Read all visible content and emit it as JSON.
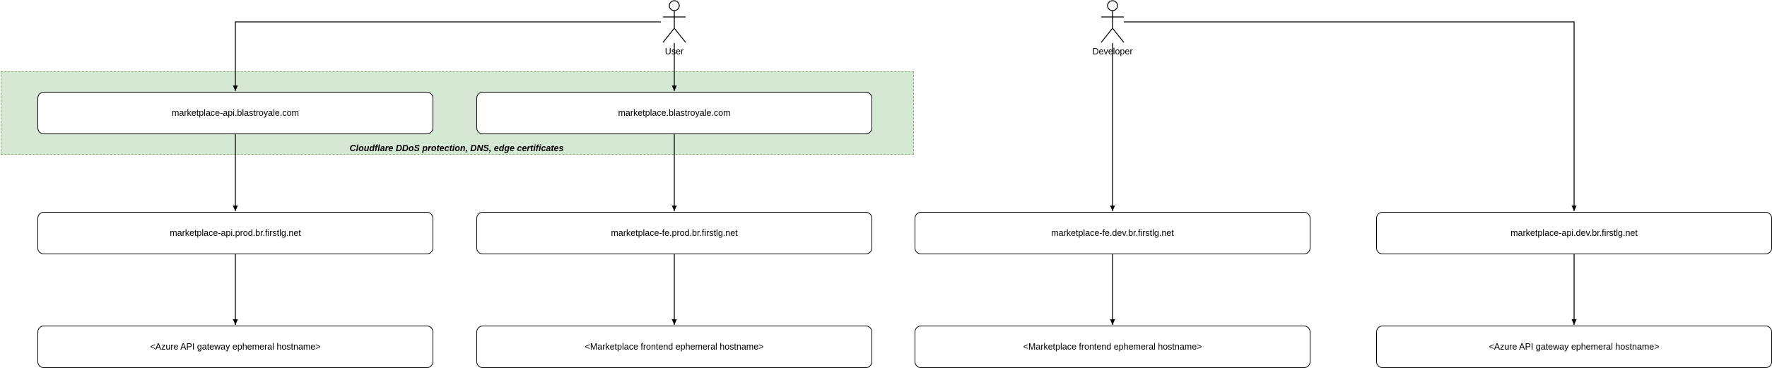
{
  "actors": {
    "user": "User",
    "developer": "Developer"
  },
  "zone": {
    "label": "Cloudflare DDoS protection, DNS, edge certificates"
  },
  "nodes": {
    "edge_api": "marketplace-api.blastroyale.com",
    "edge_fe": "marketplace.blastroyale.com",
    "prod_api": "marketplace-api.prod.br.firstlg.net",
    "prod_fe": "marketplace-fe.prod.br.firstlg.net",
    "dev_fe": "marketplace-fe.dev.br.firstlg.net",
    "dev_api": "marketplace-api.dev.br.firstlg.net",
    "gw_prod": "<Azure API gateway ephemeral hostname>",
    "fe_prod_eph": "<Marketplace frontend ephemeral hostname>",
    "fe_dev_eph": "<Marketplace frontend ephemeral hostname>",
    "gw_dev": "<Azure API gateway ephemeral hostname>"
  }
}
